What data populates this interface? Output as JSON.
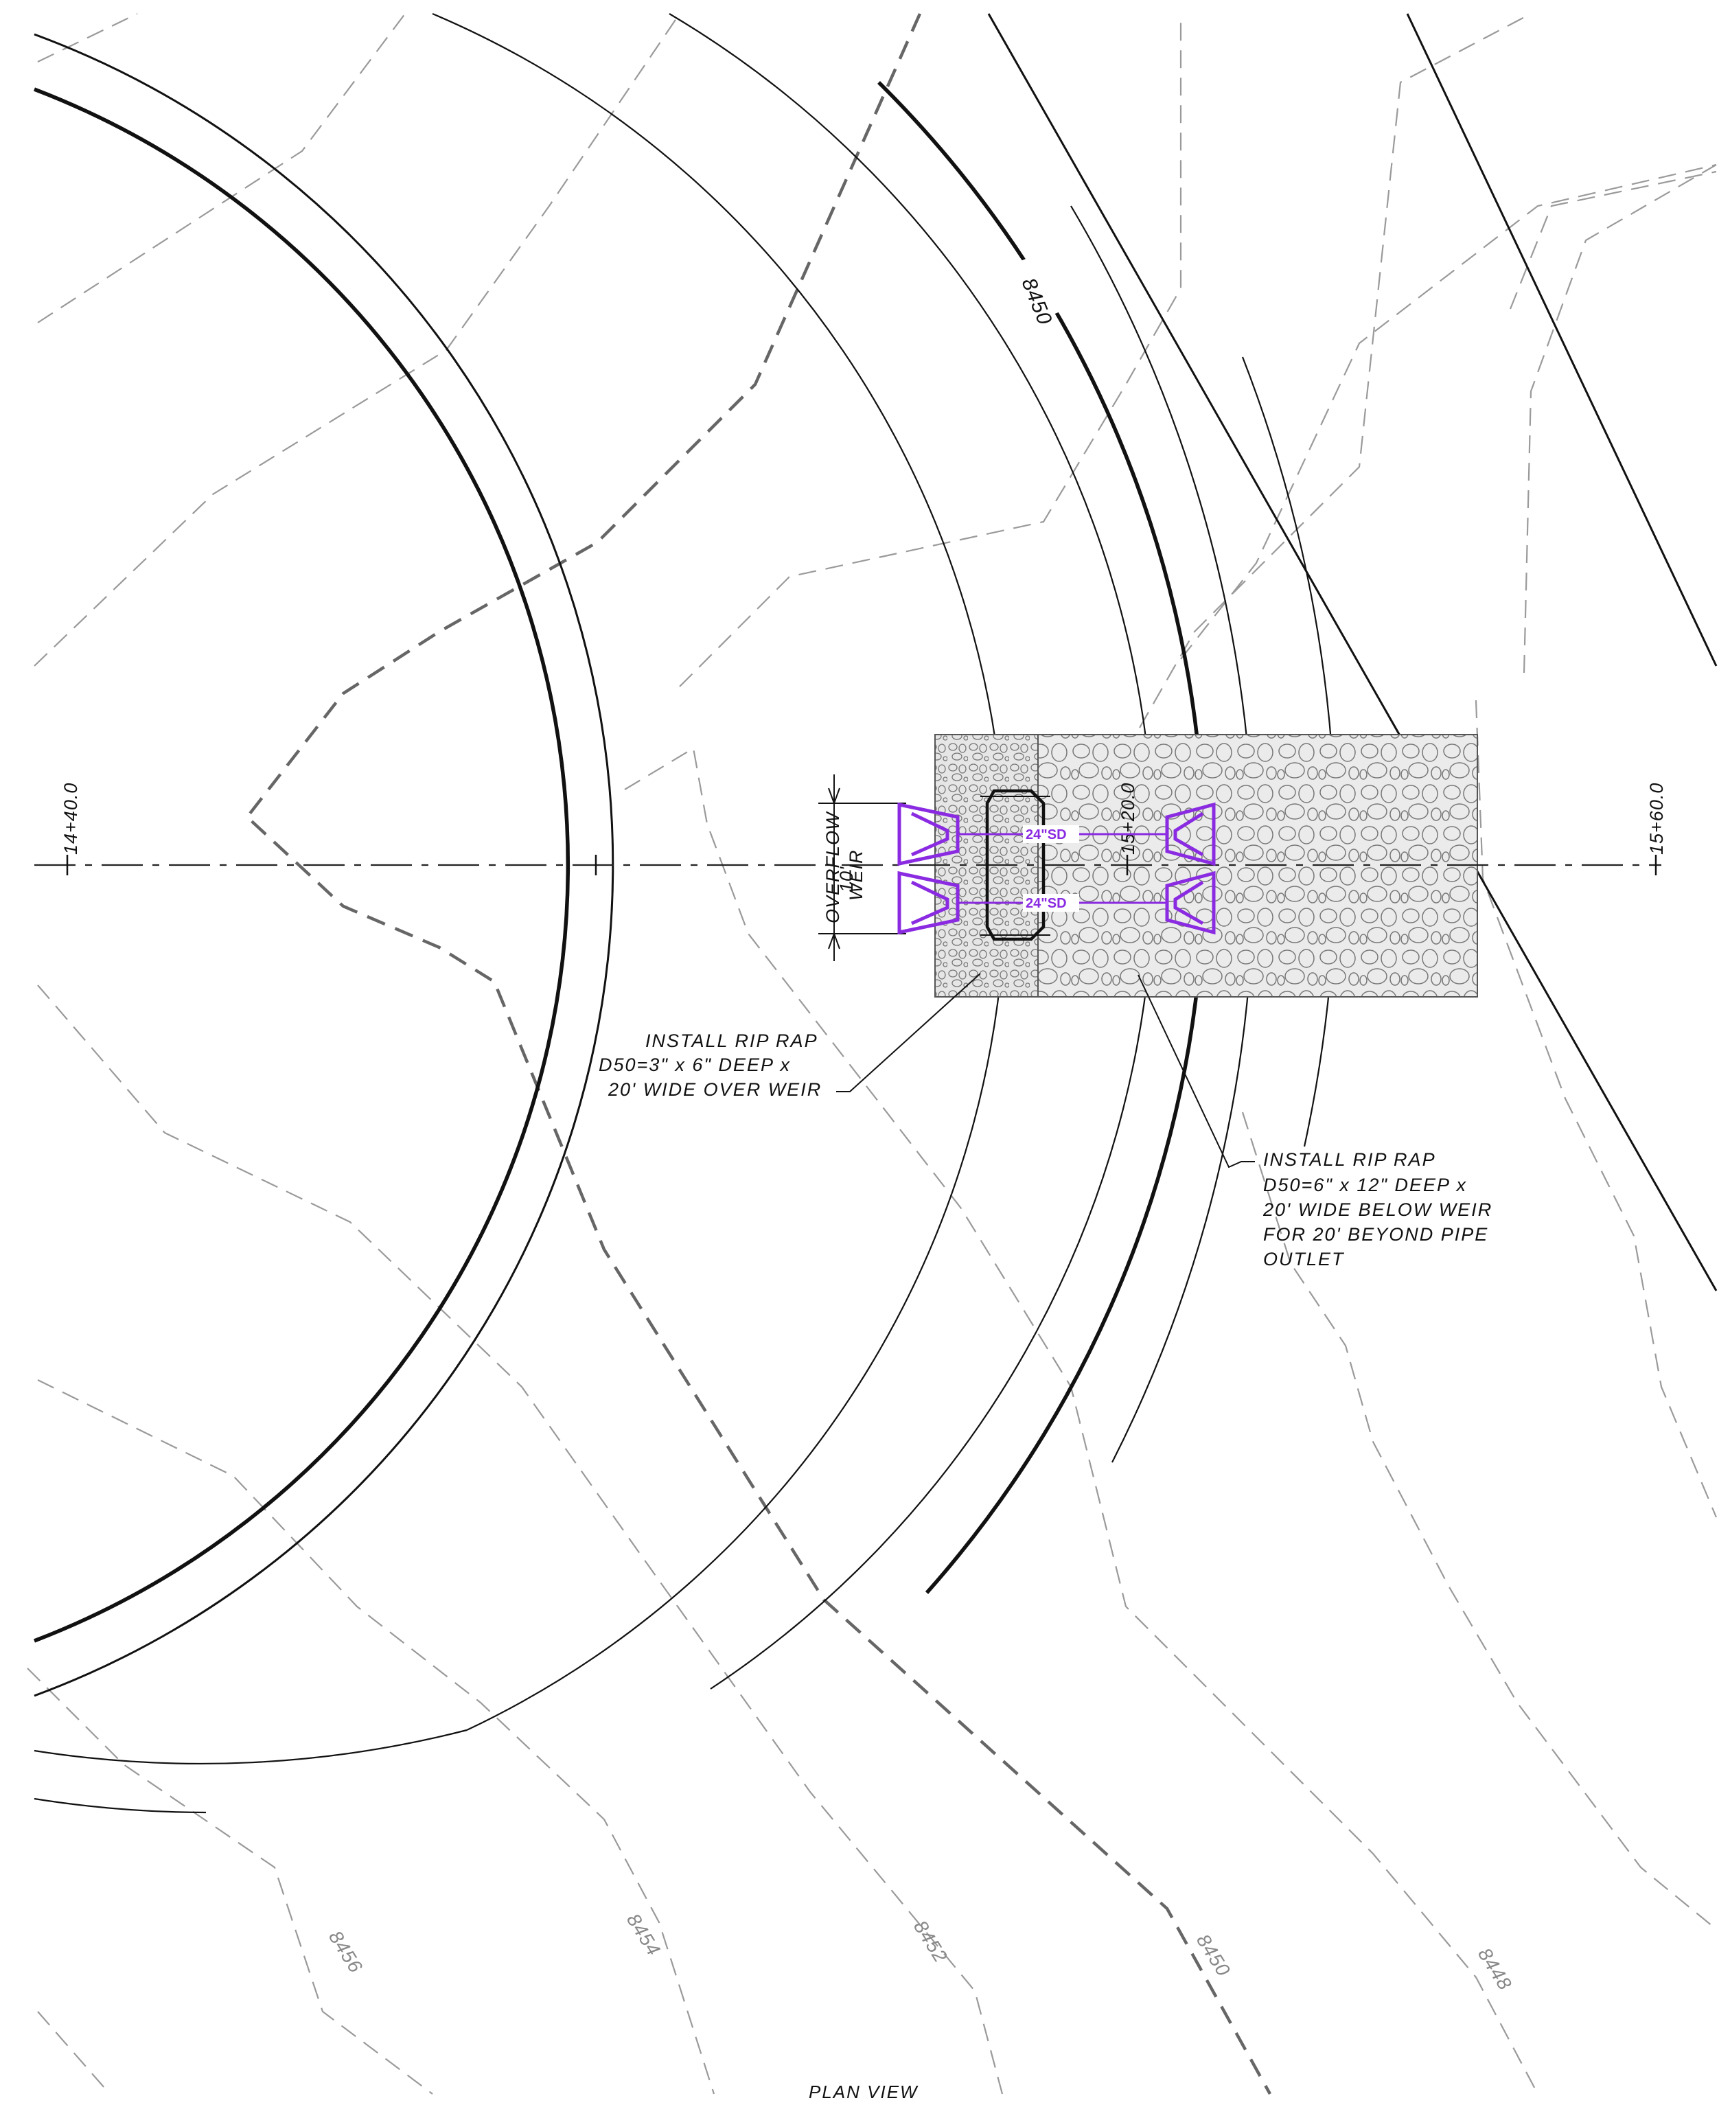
{
  "title": "PLAN VIEW",
  "stations": {
    "left": "14+40.0",
    "center": "15+20.0",
    "right": "15+60.0"
  },
  "contours_existing": [
    "8456",
    "8454",
    "8452",
    "8450",
    "8448"
  ],
  "contour_proposed": "8450",
  "weir": {
    "dimension": "10'",
    "label_line1": "OVERFLOW",
    "label_line2": "WEIR"
  },
  "pipes": [
    {
      "label": "24\"SD"
    },
    {
      "label": "24\"SD"
    }
  ],
  "notes": {
    "over_weir": [
      "INSTALL RIP RAP",
      "D50=3\" x 6\" DEEP x",
      "20' WIDE OVER WEIR"
    ],
    "below_weir": [
      "INSTALL RIP RAP",
      "D50=6\" x 12\" DEEP x",
      "20' WIDE BELOW WEIR",
      "FOR 20' BEYOND PIPE",
      "OUTLET"
    ]
  },
  "colors": {
    "pipe": "#8a2be2",
    "existing_contour": "#9a9a9a",
    "linework": "#111111"
  }
}
